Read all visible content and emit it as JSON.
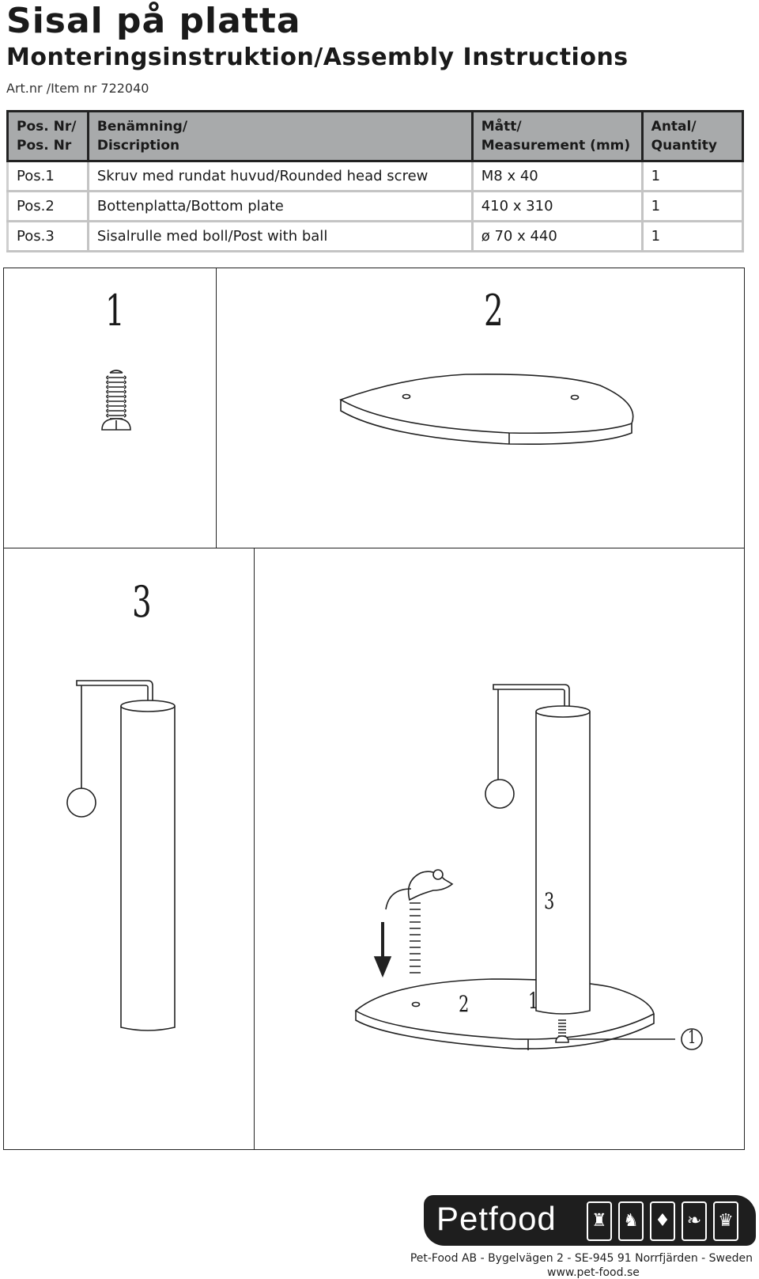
{
  "title": "Sisal på platta",
  "subtitle": "Monteringsinstruktion/Assembly Instructions",
  "art_nr": "Art.nr /Item nr 722040",
  "table": {
    "headers": [
      [
        "Pos. Nr/",
        "Pos. Nr"
      ],
      [
        "Benämning/",
        "Discription"
      ],
      [
        "Mått/",
        "Measurement (mm)"
      ],
      [
        "Antal/",
        "Quantity"
      ]
    ],
    "rows": [
      [
        "Pos.1",
        "Skruv med rundat huvud/Rounded head screw",
        "M8 x 40",
        "1"
      ],
      [
        "Pos.2",
        "Bottenplatta/Bottom plate",
        "410 x 310",
        "1"
      ],
      [
        "Pos.3",
        "Sisalrulle med  boll/Post with ball",
        "ø 70 x 440",
        "1"
      ]
    ]
  },
  "panels": {
    "p1_number": "1",
    "p2_number": "2",
    "p3_number": "3",
    "assembly_labels": {
      "post": "3",
      "plate": "2",
      "screw": "1",
      "callout": "1"
    }
  },
  "footer": {
    "brand": "Petfood",
    "animal_icons": [
      "dog-icon",
      "horse-icon",
      "fish-icon",
      "bird-icon",
      "rabbit-icon"
    ],
    "address": "Pet-Food AB - Bygelvägen 2 - SE-945 91 Norrfjärden - Sweden",
    "website": "www.pet-food.se"
  }
}
